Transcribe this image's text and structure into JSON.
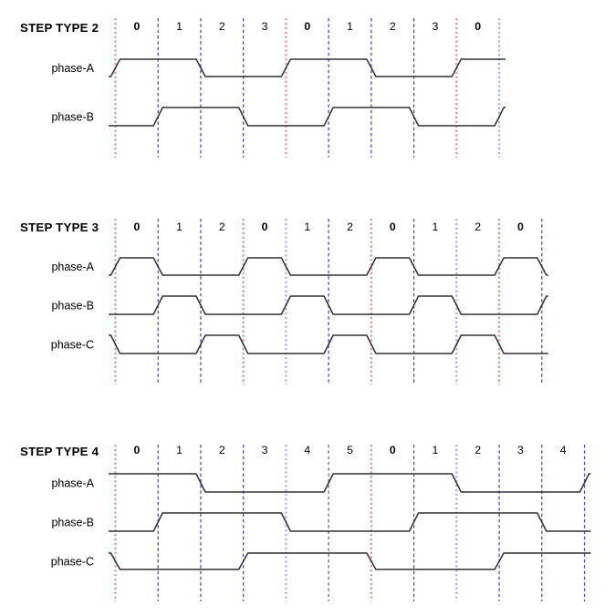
{
  "colors": {
    "red_line": "#f2918f",
    "blue_line": "#3d3de0",
    "light_blue_line": "#aab2f2",
    "black_line": "#666666",
    "waveform": "#303030",
    "text": "#000000",
    "background": "#ffffff"
  },
  "sections": [
    {
      "title": "STEP TYPE 2",
      "step_labels": [
        {
          "text": "0",
          "bold": true
        },
        {
          "text": "1",
          "bold": false
        },
        {
          "text": "2",
          "bold": false
        },
        {
          "text": "3",
          "bold": false
        },
        {
          "text": "0",
          "bold": true
        },
        {
          "text": "1",
          "bold": false
        },
        {
          "text": "2",
          "bold": false
        },
        {
          "text": "3",
          "bold": false
        },
        {
          "text": "0",
          "bold": true
        }
      ],
      "boundary_lines": [
        "red_line",
        "blue_line",
        "blue_line",
        "blue_line",
        "red_line",
        "blue_line",
        "blue_line",
        "blue_line",
        "red_line",
        "light_blue_line"
      ],
      "phases": [
        {
          "name": "phase-A",
          "pre_level": 0,
          "levels": [
            1,
            1,
            0,
            0,
            1,
            1,
            0,
            0,
            1
          ],
          "post_level": 1
        },
        {
          "name": "phase-B",
          "pre_level": 0,
          "levels": [
            0,
            1,
            1,
            0,
            0,
            1,
            1,
            0,
            0
          ],
          "post_level": 1
        }
      ]
    },
    {
      "title": "STEP TYPE 3",
      "step_labels": [
        {
          "text": "0",
          "bold": true
        },
        {
          "text": "1",
          "bold": false
        },
        {
          "text": "2",
          "bold": false
        },
        {
          "text": "0",
          "bold": true
        },
        {
          "text": "1",
          "bold": false
        },
        {
          "text": "2",
          "bold": false
        },
        {
          "text": "0",
          "bold": true
        },
        {
          "text": "1",
          "bold": false
        },
        {
          "text": "2",
          "bold": false
        },
        {
          "text": "0",
          "bold": true
        }
      ],
      "boundary_lines": [
        "red_line",
        "blue_line",
        "blue_line",
        "red_line",
        "light_blue_line",
        "blue_line",
        "red_line",
        "blue_line",
        "light_blue_line",
        "red_line",
        "blue_line"
      ],
      "phases": [
        {
          "name": "phase-A",
          "pre_level": 0,
          "levels": [
            1,
            0,
            0,
            1,
            0,
            0,
            1,
            0,
            0,
            1
          ],
          "post_level": 0
        },
        {
          "name": "phase-B",
          "pre_level": 0,
          "levels": [
            0,
            1,
            0,
            0,
            1,
            0,
            0,
            1,
            0,
            0
          ],
          "post_level": 1
        },
        {
          "name": "phase-C",
          "pre_level": 1,
          "levels": [
            0,
            0,
            1,
            0,
            0,
            1,
            0,
            0,
            1,
            0
          ],
          "post_level": 0
        }
      ]
    },
    {
      "title": "STEP TYPE 4",
      "step_labels": [
        {
          "text": "0",
          "bold": true
        },
        {
          "text": "1",
          "bold": false
        },
        {
          "text": "2",
          "bold": false
        },
        {
          "text": "3",
          "bold": false
        },
        {
          "text": "4",
          "bold": false
        },
        {
          "text": "5",
          "bold": false
        },
        {
          "text": "0",
          "bold": true
        },
        {
          "text": "1",
          "bold": false
        },
        {
          "text": "2",
          "bold": false
        },
        {
          "text": "3",
          "bold": false
        },
        {
          "text": "4",
          "bold": false
        }
      ],
      "boundary_lines": [
        "red_line",
        "blue_line",
        "blue_line",
        "blue_line",
        "light_blue_line",
        "black_line",
        "red_line",
        "blue_line",
        "light_blue_line",
        "blue_line",
        "blue_line",
        "blue_line"
      ],
      "phases": [
        {
          "name": "phase-A",
          "pre_level": 1,
          "levels": [
            1,
            1,
            0,
            0,
            0,
            1,
            1,
            1,
            0,
            0,
            0
          ],
          "post_level": 1
        },
        {
          "name": "phase-B",
          "pre_level": 0,
          "levels": [
            0,
            1,
            1,
            1,
            0,
            0,
            0,
            1,
            1,
            1,
            0
          ],
          "post_level": 0
        },
        {
          "name": "phase-C",
          "pre_level": 1,
          "levels": [
            0,
            0,
            0,
            1,
            1,
            1,
            0,
            0,
            0,
            1,
            1
          ],
          "post_level": 1
        }
      ]
    }
  ]
}
